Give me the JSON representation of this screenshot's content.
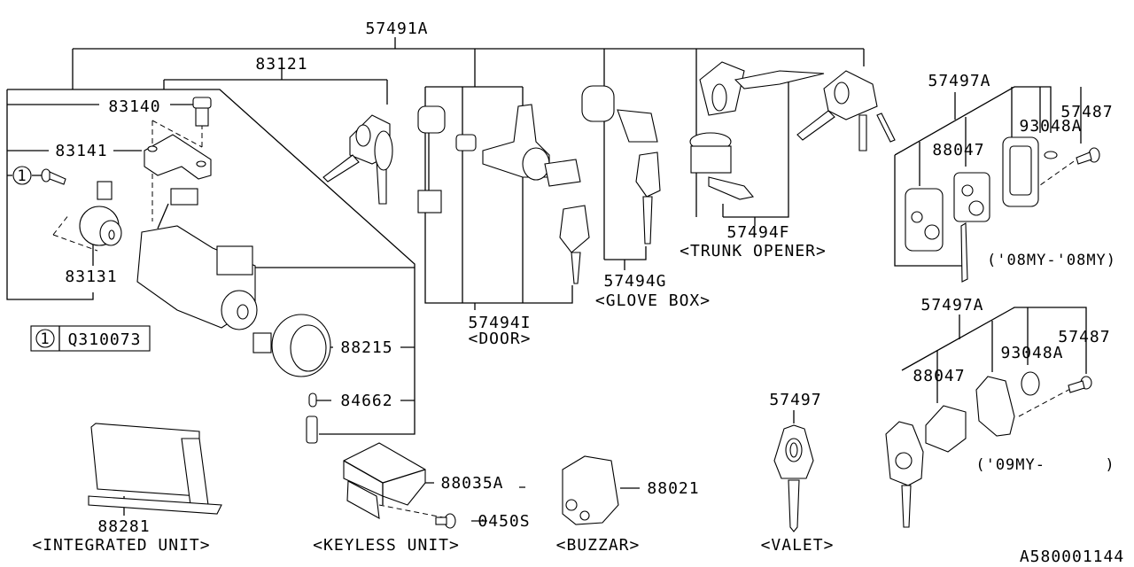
{
  "diagram": {
    "title": "Key Kit & Key Lock parts diagram",
    "figure_id": "A580001144",
    "legend": {
      "ref": "1",
      "part": "Q310073"
    },
    "labels": {
      "p57491A": "57491A",
      "p83121": "83121",
      "p83140": "83140",
      "p83141": "83141",
      "p83131": "83131",
      "ref1": "1",
      "p88215": "88215",
      "p84662": "84662",
      "p57494I": "57494I",
      "door": "<DOOR>",
      "p57494G": "57494G",
      "glove": "<GLOVE BOX>",
      "p57494F": "57494F",
      "trunk": "<TRUNK OPENER>",
      "p57497A_a": "57497A",
      "p88047_a": "88047",
      "p93048A_a": "93048A",
      "p57487_a": "57487",
      "range_a": "('08MY-'08MY)",
      "p57497A_b": "57497A",
      "p88047_b": "88047",
      "p93048A_b": "93048A",
      "p57487_b": "57487",
      "range_b": "('09MY-      )",
      "p88281": "88281",
      "integrated": "<INTEGRATED UNIT>",
      "p88035A": "88035A",
      "p0450S": "0450S",
      "keyless": "<KEYLESS UNIT>",
      "p88021": "88021",
      "buzzar": "<BUZZAR>",
      "p57497": "57497",
      "valet": "<VALET>"
    }
  }
}
